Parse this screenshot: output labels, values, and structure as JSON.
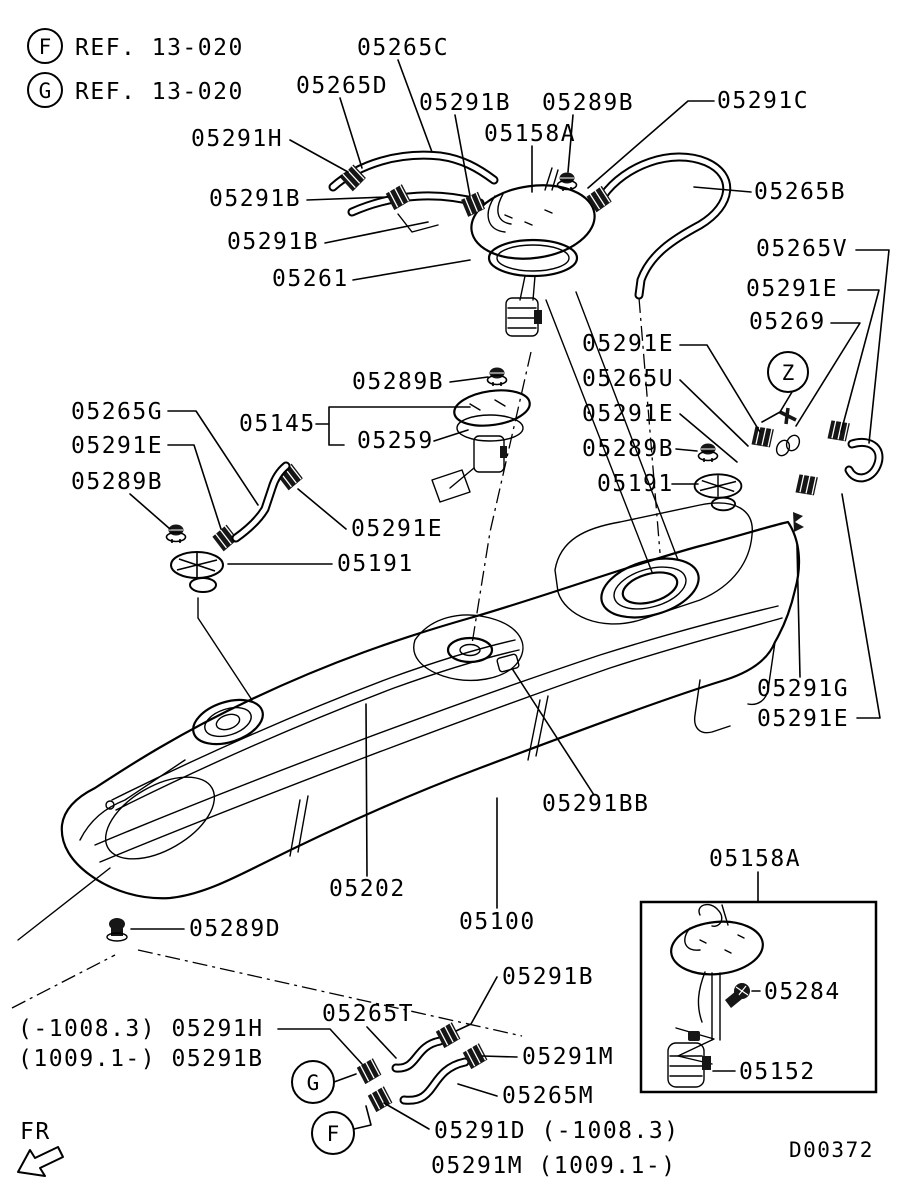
{
  "drawing_number": "D00372",
  "front_marker": "FR",
  "title_refs": [
    {
      "letter": "F",
      "text": "REF. 13-020"
    },
    {
      "letter": "G",
      "text": "REF. 13-020"
    }
  ],
  "zone_callout": "Z",
  "hose_ref_letters": {
    "g": "G",
    "f": "F"
  },
  "callouts": {
    "c05265C": "05265C",
    "c05265D": "05265D",
    "c05291B_1": "05291B",
    "c05289B_1": "05289B",
    "c05291C": "05291C",
    "c05158A_1": "05158A",
    "c05291H_1": "05291H",
    "c05291B_2": "05291B",
    "c05265B": "05265B",
    "c05291B_3": "05291B",
    "c05265V": "05265V",
    "c05261": "05261",
    "c05291E_1": "05291E",
    "c05269": "05269",
    "c05291E_2": "05291E",
    "c05289B_2": "05289B",
    "c05265U": "05265U",
    "c05265G": "05265G",
    "c05145": "05145",
    "c05291E_3": "05291E",
    "c05259": "05259",
    "c05291E_4": "05291E",
    "c05289B_3": "05289B",
    "c05289B_4": "05289B",
    "c05191_1": "05191",
    "c05291E_5": "05291E",
    "c05191_2": "05191",
    "c05291G": "05291G",
    "c05291E_6": "05291E",
    "c05291BB": "05291BB",
    "c05202": "05202",
    "c05100": "05100",
    "c05289D": "05289D",
    "c05158A_2": "05158A",
    "c05284": "05284",
    "c05152": "05152",
    "c05291B_4": "05291B",
    "c05265T": "05265T",
    "cRange1": "(-1008.3) 05291H",
    "cRange2": "(1009.1-) 05291B",
    "c05291M_1": "05291M",
    "c05265M": "05265M",
    "c05291D_b": "05291D (-1008.3)",
    "c05291M_2": "05291M (1009.1-)"
  }
}
